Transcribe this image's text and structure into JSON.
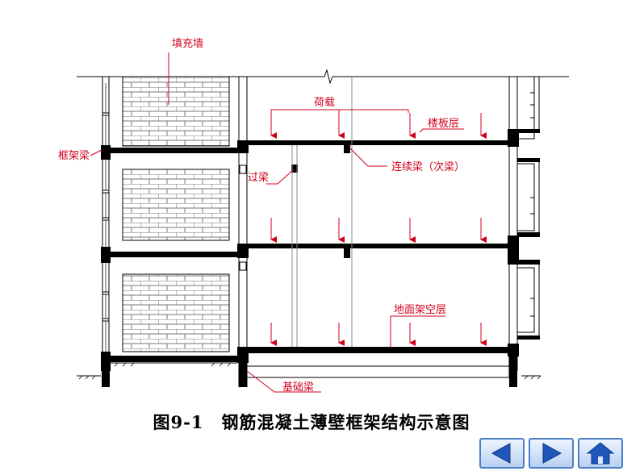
{
  "labels": {
    "infill_wall": "填充墙",
    "load": "荷载",
    "floor_slab": "楼板层",
    "frame_beam": "框架梁",
    "lintel": "过梁",
    "continuous_beam": "连续梁（次梁）",
    "ground_overhead": "地面架空层",
    "foundation_beam": "基础梁"
  },
  "caption": "图9-1　钢筋混凝土薄壁框架结构示意图",
  "nav": {
    "prev_icon": "triangle-left-icon",
    "next_icon": "triangle-right-icon",
    "home_icon": "house-icon"
  },
  "colors": {
    "annotation": "#d0001b",
    "structure": "#000000",
    "nav_border": "#4a7fc8"
  }
}
